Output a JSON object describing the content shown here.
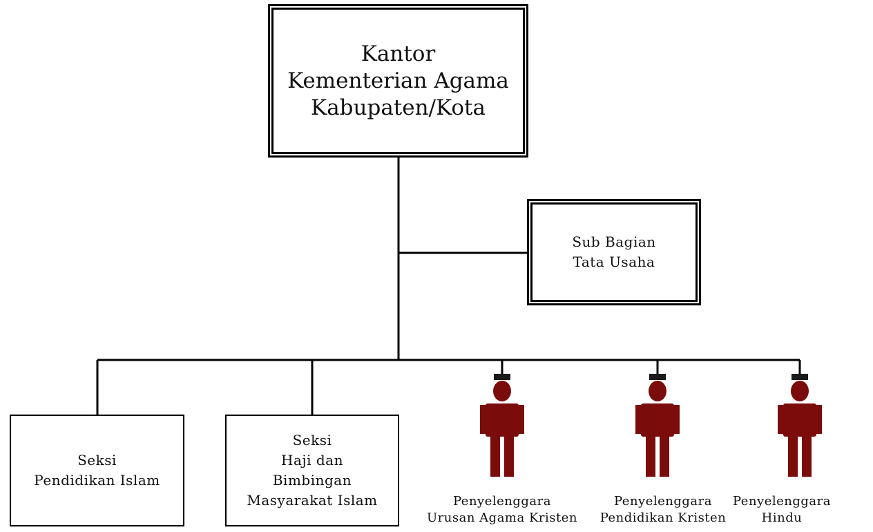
{
  "units": {
    "kantor": "Kantor\nKementerian Agama\nKabupaten/Kota",
    "tata_usaha": "Sub Bagian\nTata Usaha",
    "pendidikan_islam": "Seksi\nPendidikan Islam",
    "haji": "Seksi\nHaji dan\nBimbingan\nMasyarakat Islam"
  },
  "penyelenggara": [
    {
      "label": "Penyelenggara\nUrusan Agama Kristen"
    },
    {
      "label": "Penyelenggara\nPendidikan Kristen"
    },
    {
      "label": "Penyelenggara\nHindu"
    }
  ],
  "colors": {
    "line": "#000000",
    "person_body": "#7a0c0c",
    "person_hat": "#1a1a1a"
  },
  "icons": {
    "person": "person-icon"
  }
}
